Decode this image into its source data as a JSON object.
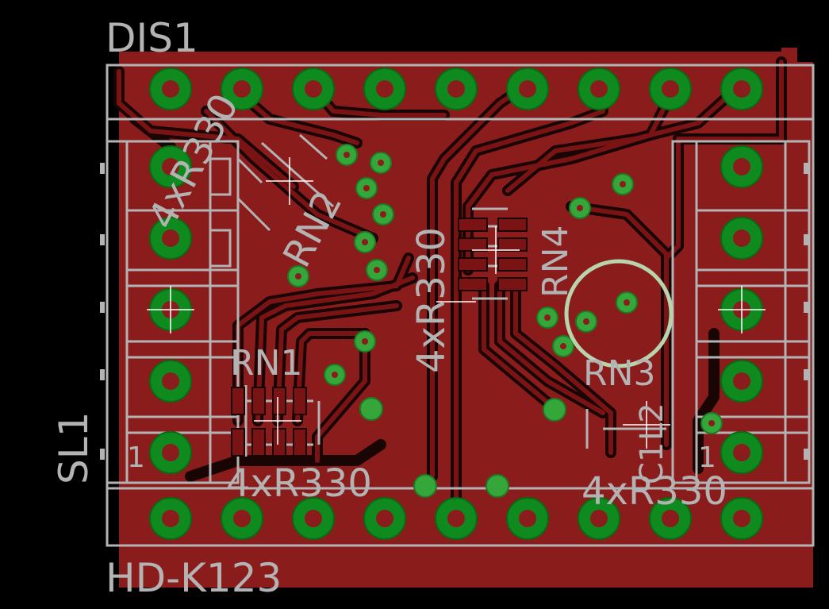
{
  "colors": {
    "background": "#000000",
    "copper": "#8b1c1c",
    "copper_trace": "#7a1414",
    "pad": "#0f8a1e",
    "via": "#34a63a",
    "silkscreen": "#b3b3b3",
    "highlight": "#b7d4ad"
  },
  "labels": {
    "dis1": "DIS1",
    "hdk123": "HD-K123",
    "sl1": "SL1",
    "rn1": "RN1",
    "rn2": "RN2",
    "rn3": "RN3",
    "rn4": "RN4",
    "rn1_value": "4xR330",
    "rn2_value": "4xR330",
    "rn3_value": "4xR330",
    "rn4_value": "4xR330",
    "l2": "L2",
    "c1": "C1",
    "pin1_left": "1",
    "pin1_right": "1"
  }
}
